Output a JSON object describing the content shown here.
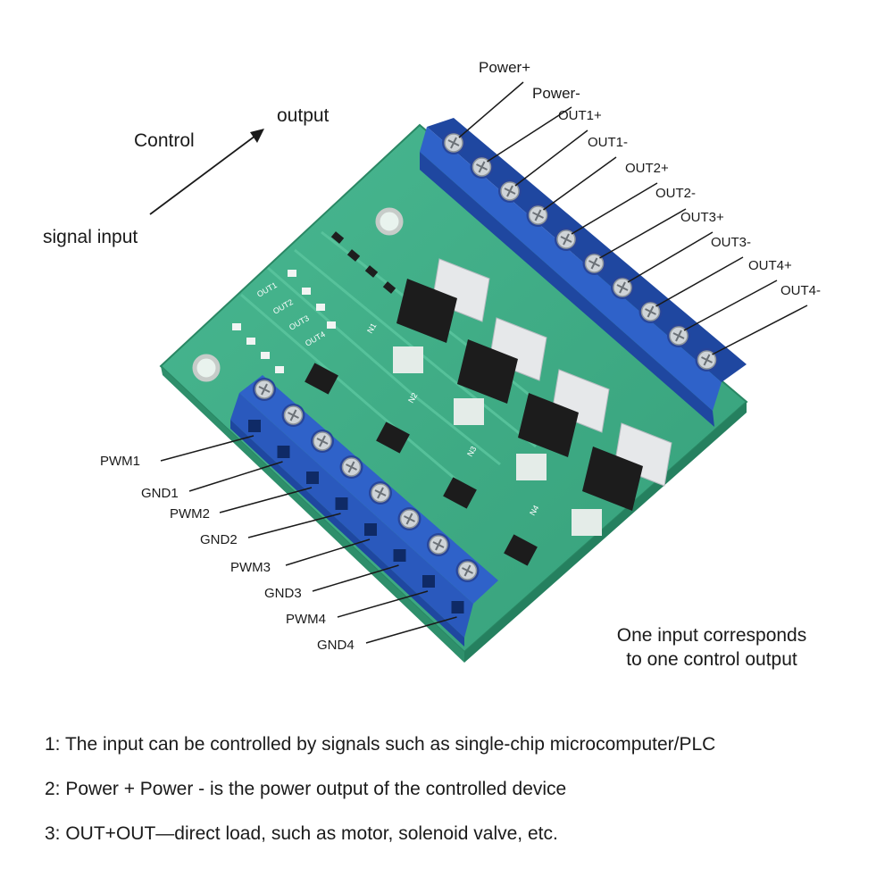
{
  "top_labels": {
    "output": "output",
    "control": "Control",
    "signal_input": "signal input"
  },
  "output_terminals": [
    "Power+",
    "Power-",
    "OUT1+",
    "OUT1-",
    "OUT2+",
    "OUT2-",
    "OUT3+",
    "OUT3-",
    "OUT4+",
    "OUT4-"
  ],
  "input_terminals": [
    "PWM1",
    "GND1",
    "PWM2",
    "GND2",
    "PWM3",
    "GND3",
    "PWM4",
    "GND4"
  ],
  "board_silkscreen": {
    "led_labels": [
      "OUT1",
      "OUT2",
      "OUT3",
      "OUT4"
    ],
    "mosfet_labels": [
      "N1",
      "N2",
      "N3",
      "N4"
    ]
  },
  "correspondence": {
    "line1": "One input corresponds",
    "line2": "to one control output"
  },
  "notes": [
    "1: The input can be controlled by signals such as single-chip microcomputer/PLC",
    "2: Power + Power - is the power output of the controlled device",
    "3: OUT+OUT—direct load, such as motor, solenoid valve, etc."
  ],
  "colors": {
    "pcb": "#3fae86",
    "pcb_dark": "#2e8f6b",
    "terminal_blue": "#2f62c9",
    "terminal_dark": "#1f47a0",
    "chip": "#1c1c1c"
  }
}
